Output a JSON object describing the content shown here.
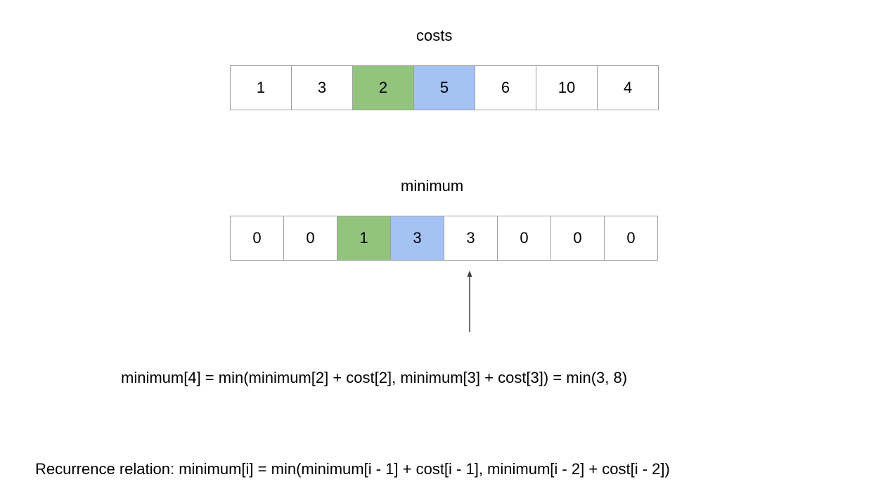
{
  "costs": {
    "label": "costs",
    "cells": [
      {
        "value": "1",
        "highlight": "none"
      },
      {
        "value": "3",
        "highlight": "none"
      },
      {
        "value": "2",
        "highlight": "green"
      },
      {
        "value": "5",
        "highlight": "blue"
      },
      {
        "value": "6",
        "highlight": "none"
      },
      {
        "value": "10",
        "highlight": "none"
      },
      {
        "value": "4",
        "highlight": "none"
      }
    ]
  },
  "minimum": {
    "label": "minimum",
    "cells": [
      {
        "value": "0",
        "highlight": "none"
      },
      {
        "value": "0",
        "highlight": "none"
      },
      {
        "value": "1",
        "highlight": "green"
      },
      {
        "value": "3",
        "highlight": "blue"
      },
      {
        "value": "3",
        "highlight": "none"
      },
      {
        "value": "0",
        "highlight": "none"
      },
      {
        "value": "0",
        "highlight": "none"
      },
      {
        "value": "0",
        "highlight": "none"
      }
    ]
  },
  "arrow": {
    "points_to_minimum_index": 4
  },
  "colors": {
    "green": "#93c47d",
    "blue": "#a4c2f4",
    "none": "#ffffff",
    "border": "#9e9e9e",
    "text": "#000000",
    "arrow": "#444444"
  },
  "example_formula": "minimum[4] = min(minimum[2] + cost[2], minimum[3] + cost[3]) = min(3, 8)",
  "recurrence_formula": "Recurrence relation: minimum[i] = min(minimum[i - 1] + cost[i - 1], minimum[i - 2] + cost[i - 2])"
}
